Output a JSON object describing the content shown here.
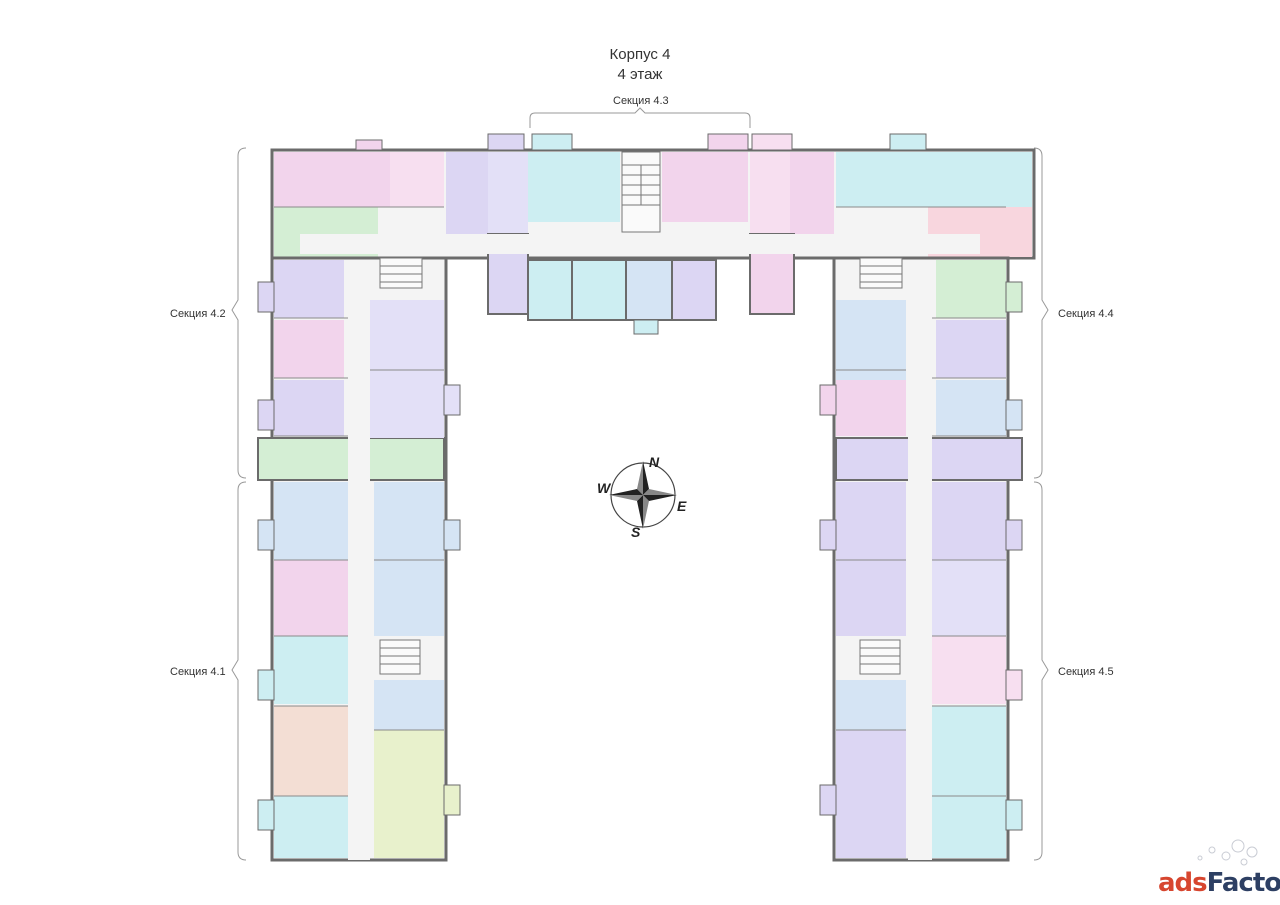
{
  "header": {
    "building": "Корпус 4",
    "floor": "4 этаж"
  },
  "sections": {
    "s43": "Секция 4.3",
    "s42": "Секция 4.2",
    "s44": "Секция 4.4",
    "s41": "Секция 4.1",
    "s45": "Секция 4.5"
  },
  "compass": {
    "n": "N",
    "s": "S",
    "e": "E",
    "w": "W"
  },
  "watermark": {
    "part1": "ads",
    "part2": "Factory"
  },
  "colors": {
    "pink": "#f2d4ec",
    "lightpink": "#f7dff0",
    "violet": "#dcd6f3",
    "lavender": "#e3e0f7",
    "blue": "#d5e4f4",
    "cyan": "#cdeef2",
    "green": "#d4eed4",
    "peach": "#f3ded4",
    "yellowgreen": "#e8f1cc",
    "rose": "#f8d6de",
    "wall": "#6b6b6b"
  }
}
